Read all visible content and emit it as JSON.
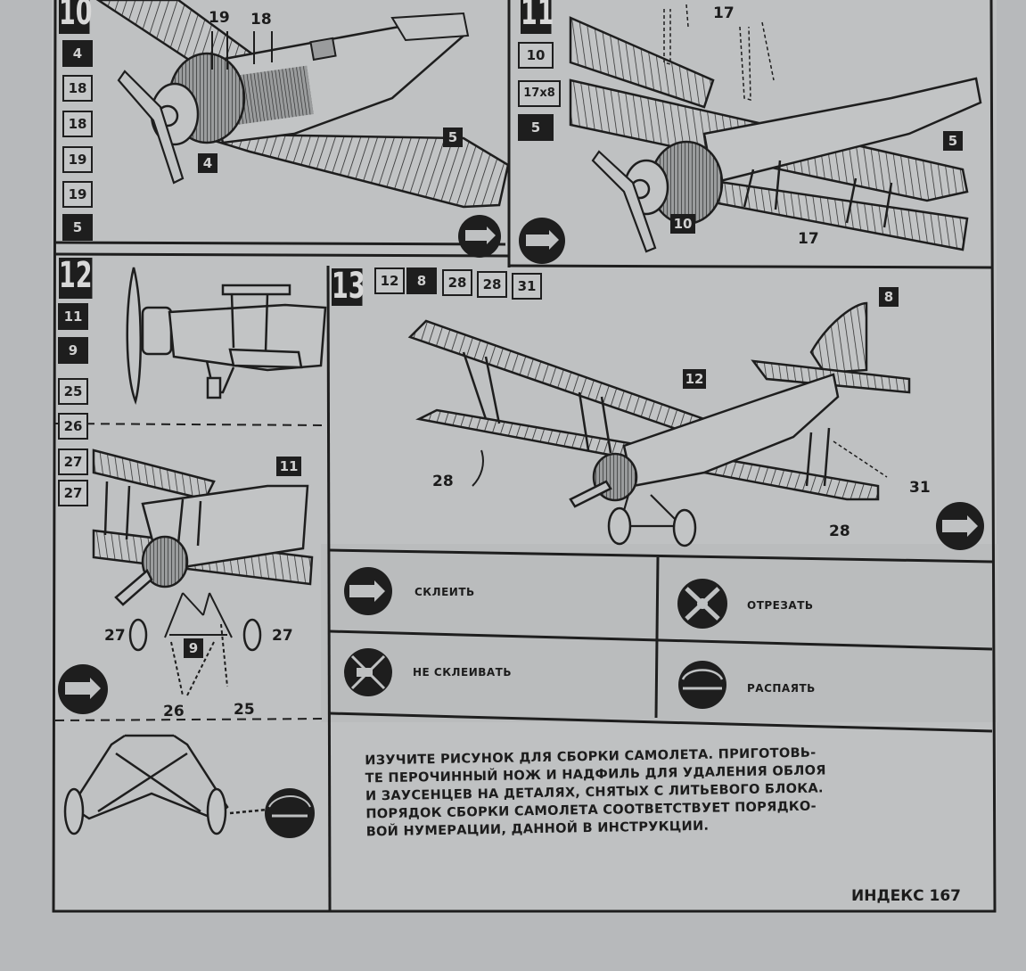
{
  "steps": {
    "s10": {
      "number": "10",
      "parts": [
        "4",
        "18",
        "18",
        "19",
        "19",
        "5"
      ],
      "callouts": {
        "a": "19",
        "b": "18"
      },
      "tags": [
        "4",
        "5"
      ]
    },
    "s11": {
      "number": "11",
      "parts": [
        "10",
        "17x8",
        "5"
      ],
      "callouts": {
        "top": "17",
        "bottom": "17"
      },
      "tags": [
        "5",
        "10"
      ]
    },
    "s12": {
      "number": "12",
      "parts": [
        "11",
        "9",
        "25",
        "26",
        "27",
        "27"
      ],
      "callouts": {
        "left": "27",
        "right": "27",
        "c26": "26",
        "c25": "25"
      },
      "tags": [
        "11",
        "9"
      ]
    },
    "s13": {
      "number": "13",
      "parts": [
        "12",
        "8",
        "28",
        "28",
        "31"
      ],
      "callouts": {
        "left28": "28",
        "c31": "31",
        "bottom28": "28"
      },
      "tags": [
        "8",
        "12"
      ]
    }
  },
  "legend": {
    "glue": "СКЛЕИТЬ",
    "cut": "ОТРЕЗАТЬ",
    "no_glue": "НЕ СКЛЕИВАТЬ",
    "solder": "РАСПАЯТЬ"
  },
  "instructions": [
    "ИЗУЧИТЕ РИСУНОК ДЛЯ СБОРКИ САМОЛЕТА. ПРИГОТОВЬ-",
    "ТЕ ПЕРОЧИННЫЙ НОЖ И НАДФИЛЬ ДЛЯ УДАЛЕНИЯ ОБЛОЯ",
    "И ЗАУСЕНЦЕВ НА ДЕТАЛЯХ, СНЯТЫХ С ЛИТЬЕВОГО БЛОКА.",
    "ПОРЯДОК СБОРКИ САМОЛЕТА СООТВЕТСТВУЕТ ПОРЯДКО-",
    "ВОЙ НУМЕРАЦИИ, ДАННОЙ В ИНСТРУКЦИИ."
  ],
  "index_label": "ИНДЕКС 167",
  "icons": [
    "glue-icon",
    "cut-icon",
    "no-glue-icon",
    "solder-icon"
  ],
  "colors": {
    "paper": "#bcbebf",
    "ink": "#1e1e1e"
  }
}
